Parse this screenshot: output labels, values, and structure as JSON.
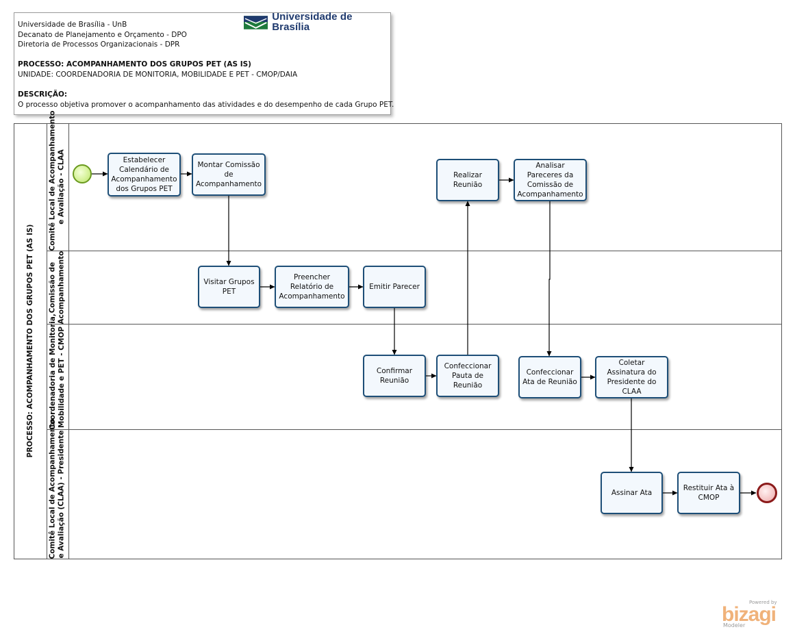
{
  "header": {
    "line1": "Universidade de Brasília - UnB",
    "line2": "Decanato de Planejamento e Orçamento - DPO",
    "line3": "Diretoria de Processos Organizacionais - DPR",
    "process": "PROCESSO: ACOMPANHAMENTO DOS GRUPOS PET (AS IS)",
    "unit": "UNIDADE: COORDENADORIA DE MONITORIA, MOBILIDADE E PET - CMOP/DAIA",
    "description_label": "DESCRIÇÃO:",
    "description": "O processo objetiva promover o acompanhamento das atividades e do desempenho de cada Grupo PET.",
    "logo_text": "Universidade de Brasília"
  },
  "pool": {
    "title": "PROCESSO: ACOMPANHAMENTO DOS GRUPOS PET (AS IS)"
  },
  "lanes": [
    {
      "line1": "Comitê Local de Acompanhamento",
      "line2": "e Avaliação - CLAA"
    },
    {
      "line1": "Comissão de",
      "line2": "Acompanhamento"
    },
    {
      "line1": "Coordenadoria de Monitoria,",
      "line2": "Mobilidade e PET - CMOP"
    },
    {
      "line1": "Comitê Local de Acompanhamento",
      "line2": "e Avaliação (CLAA) - Presidente"
    }
  ],
  "tasks": {
    "t1": "Estabelecer Calendário de Acompanhamento dos Grupos PET",
    "t2": "Montar Comissão de Acompanhamento",
    "t3": "Visitar Grupos PET",
    "t4": "Preencher Relatório de Acompanhamento",
    "t5": "Emitir Parecer",
    "t6": "Confirmar Reunião",
    "t7": "Confeccionar Pauta de Reunião",
    "t8": "Realizar Reunião",
    "t9": "Analisar Pareceres da Comissão de Acompanhamento",
    "t10": "Confeccionar Ata de Reunião",
    "t11": "Coletar Assinatura do Presidente do CLAA",
    "t12": "Assinar Ata",
    "t13": "Restituir Ata à CMOP"
  },
  "branding": {
    "powered_by": "Powered by",
    "name": "bizagi",
    "product": "Modeler"
  },
  "colors": {
    "task_border": "#1d4e77",
    "task_fill": "#f3f8fd",
    "start_event": "#b9e06a",
    "end_event": "#8b1a1a",
    "logo_blue": "#1f3a6e",
    "logo_green": "#1e7a3c",
    "bizagi_orange": "#f0b27a"
  }
}
